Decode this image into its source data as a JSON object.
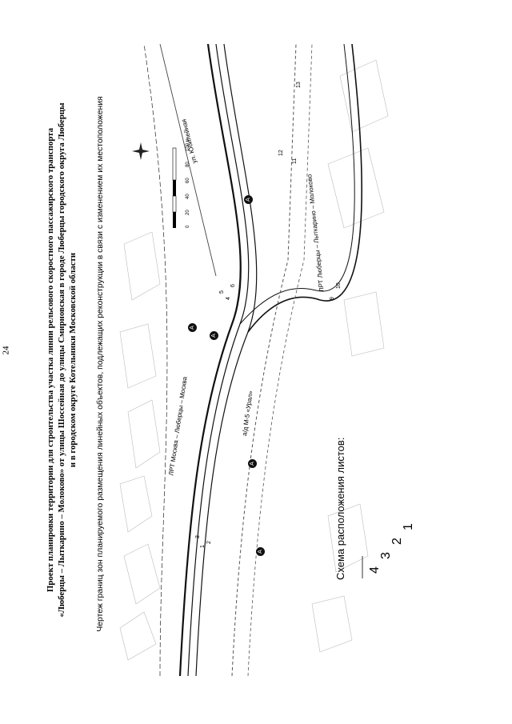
{
  "page": {
    "number": "24"
  },
  "title": {
    "line1": "Проект планировки территории для строительства участка линии рельсового скоростного пассажирского транспорта",
    "line2": "«Люберцы – Лыткарино – Молоково» от улицы Шоссейная до улицы Смирновская в городе Люберцы городского округа Люберцы",
    "line3": "и в городском округе Котельники Московской области"
  },
  "subtitle": "Чертеж границ зон планируемого размещения линейных объектов, подлежащих реконструкции в связи с изменением их местоположения",
  "map": {
    "road_labels": {
      "lrt_moscow": "ЛРТ Москва – Люберцы – Москва",
      "m5": "а/д М-5 «Урал»",
      "jubilee": "ул. Юбилейная",
      "lrt_lytkarino": "ЛРТ Люберцы – Лыткарино – Молоково"
    },
    "markers": [
      "A",
      "A",
      "A",
      "A",
      "A"
    ],
    "points": [
      "1",
      "2",
      "3",
      "4",
      "5",
      "6",
      "9",
      "10",
      "11",
      "12",
      "13"
    ]
  },
  "scale": {
    "ticks": [
      "0",
      "20",
      "40",
      "60",
      "80",
      "100 м"
    ]
  },
  "sheet_scheme": {
    "label": "Схема расположения листов:",
    "sheets": [
      "4",
      "3",
      "2",
      "1"
    ]
  }
}
